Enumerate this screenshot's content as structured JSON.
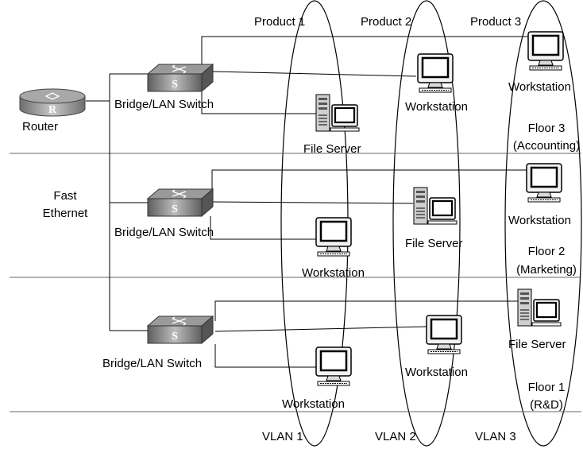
{
  "products": [
    "Product 1",
    "Product 2",
    "Product 3"
  ],
  "vlans": [
    "VLAN 1",
    "VLAN 2",
    "VLAN 3"
  ],
  "router_label": "Router",
  "backbone_label": [
    "Fast",
    "Ethernet"
  ],
  "switches": [
    {
      "label": "Bridge/LAN Switch"
    },
    {
      "label": "Bridge/LAN Switch"
    },
    {
      "label": "Bridge/LAN Switch"
    }
  ],
  "floors": [
    {
      "line1": "Floor 3",
      "line2": "(Accounting)"
    },
    {
      "line1": "Floor 2",
      "line2": "(Marketing)"
    },
    {
      "line1": "Floor 1",
      "line2": "(R&D)"
    }
  ],
  "devices": {
    "f3_vlan1": "File Server",
    "f3_vlan2": "Workstation",
    "f3_vlan3": "Workstation",
    "f2_vlan1": "Workstation",
    "f2_vlan2": "File Server",
    "f2_vlan3": "Workstation",
    "f1_vlan1": "Workstation",
    "f1_vlan2": "Workstation",
    "f1_vlan3": "File Server"
  },
  "icon_glyphs": {
    "router": "R",
    "switch": "S"
  }
}
